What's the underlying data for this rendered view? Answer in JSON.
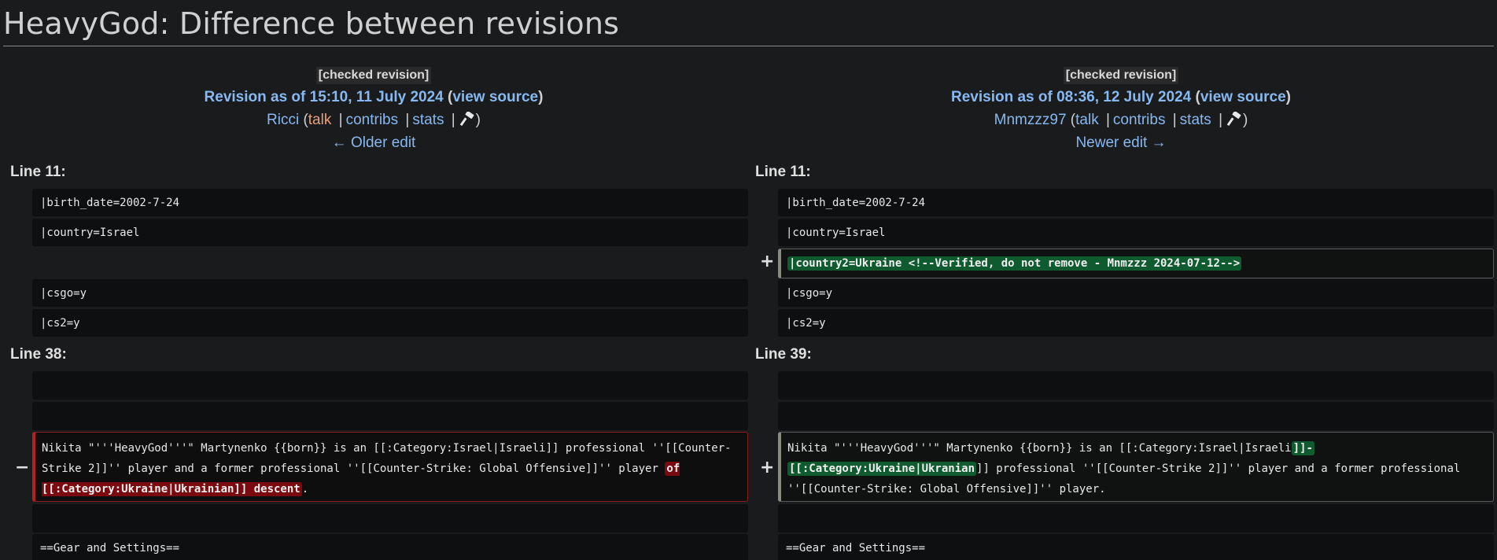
{
  "page": {
    "title": "HeavyGod: Difference between revisions"
  },
  "left": {
    "checked": "[checked revision]",
    "revision_label": "Revision as of 15:10, 11 July 2024",
    "view_source": "view source",
    "user": "Ricci",
    "talk": "talk",
    "contribs": "contribs",
    "stats": "stats",
    "nav": "← Older edit",
    "line_label": "Line 11:",
    "line_label_2": "Line 38:"
  },
  "right": {
    "checked": "[checked revision]",
    "revision_label": "Revision as of 08:36, 12 July 2024",
    "view_source": "view source",
    "user": "Mnmzzz97",
    "talk": "talk",
    "contribs": "contribs",
    "stats": "stats",
    "nav": "Newer edit →",
    "line_label": "Line 11:",
    "line_label_2": "Line 39:"
  },
  "diff": {
    "ctx1": "|birth_date=2002-7-24",
    "ctx2": "|country=Israel",
    "added_line": "|country2=Ukraine <!--Verified, do not remove - Mnmzzz 2024-07-12-->",
    "ctx3": "|csgo=y",
    "ctx4": "|cs2=y",
    "left_para_a": "Nikita \"'''HeavyGod'''\" Martynenko {{born}} is an [[:Category:Israel|Israeli]] professional ''[[Counter-Strike 2]]'' player and a former professional ''[[Counter-Strike: Global Offensive]]'' player ",
    "left_para_del": "of [[:Category:Ukraine|Ukrainian]] descent",
    "left_para_b": ".",
    "right_para_a": "Nikita \"'''HeavyGod'''\" Martynenko {{born}} is an [[:Category:Israel|Israeli",
    "right_para_ins1": "]]-",
    "right_para_ins2": "[[:Category:Ukraine|Ukranian",
    "right_para_b": "]] professional ''[[Counter-Strike 2]]'' player and a former professional ''[[Counter-Strike: Global Offensive]]'' player.",
    "gear": "==Gear and Settings==",
    "minus": "−",
    "plus": "+",
    "open_paren": "(",
    "close_paren": ")",
    "pipe": "|"
  },
  "icons": {
    "block": "hammer-icon"
  }
}
